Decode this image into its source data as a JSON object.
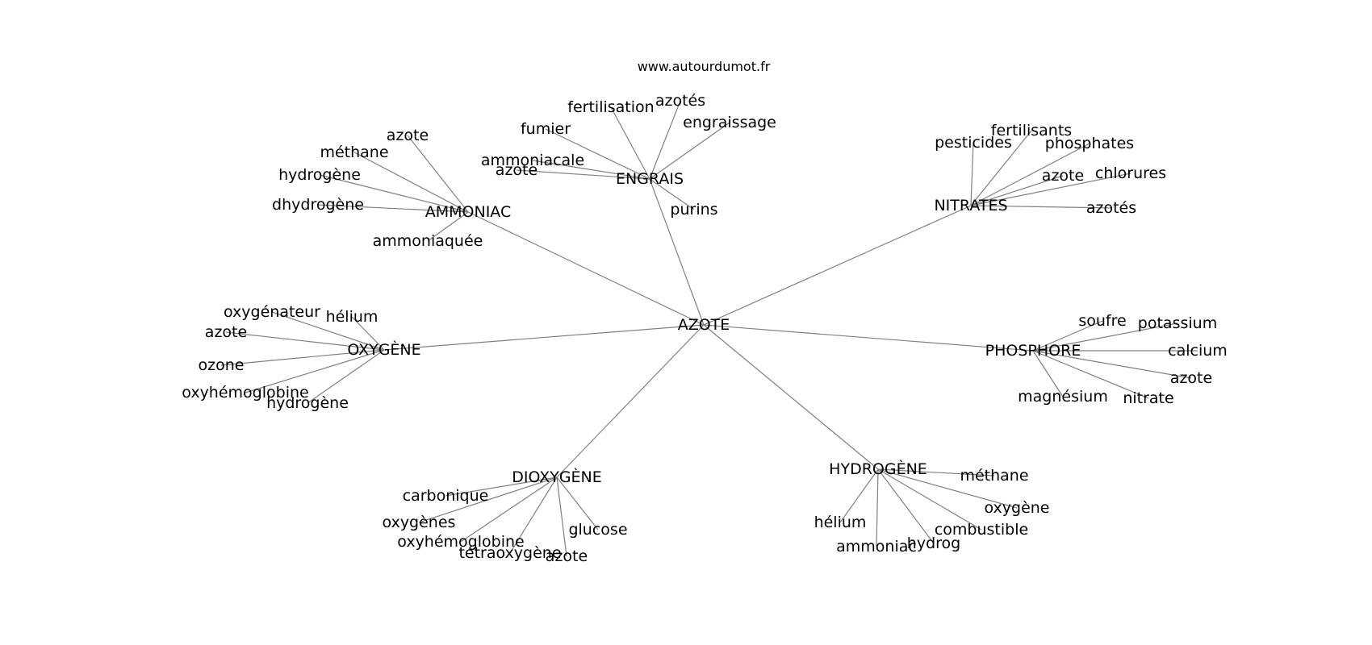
{
  "watermark": "www.autourdumot.fr",
  "graph": {
    "center": "AZOTE",
    "hubs": [
      {
        "id": "engrais",
        "label": "ENGRAIS",
        "leaves": [
          "fumier",
          "fertilisation",
          "azotés",
          "engraissage",
          "ammoniacale",
          "azote",
          "purins"
        ]
      },
      {
        "id": "ammoniac",
        "label": "AMMONIAC",
        "leaves": [
          "azote",
          "méthane",
          "hydrogène",
          "dhydrogène",
          "ammoniaquée"
        ]
      },
      {
        "id": "nitrates",
        "label": "NITRATES",
        "leaves": [
          "pesticides",
          "fertilisants",
          "phosphates",
          "azote",
          "chlorures",
          "azotés"
        ]
      },
      {
        "id": "oxygene",
        "label": "OXYGÈNE",
        "leaves": [
          "oxygénateur",
          "hélium",
          "azote",
          "ozone",
          "oxyhémoglobine",
          "hydrogène"
        ]
      },
      {
        "id": "phosphore",
        "label": "PHOSPHORE",
        "leaves": [
          "soufre",
          "potassium",
          "calcium",
          "azote",
          "magnésium",
          "nitrate"
        ]
      },
      {
        "id": "dioxygene",
        "label": "DIOXYGÈNE",
        "leaves": [
          "carbonique",
          "oxygènes",
          "oxyhémoglobine",
          "tétraoxygène",
          "azote",
          "glucose"
        ]
      },
      {
        "id": "hydrogene",
        "label": "HYDROGÈNE",
        "leaves": [
          "méthane",
          "oxygène",
          "combustible",
          "hydrog",
          "ammoniac",
          "hélium"
        ]
      }
    ]
  }
}
